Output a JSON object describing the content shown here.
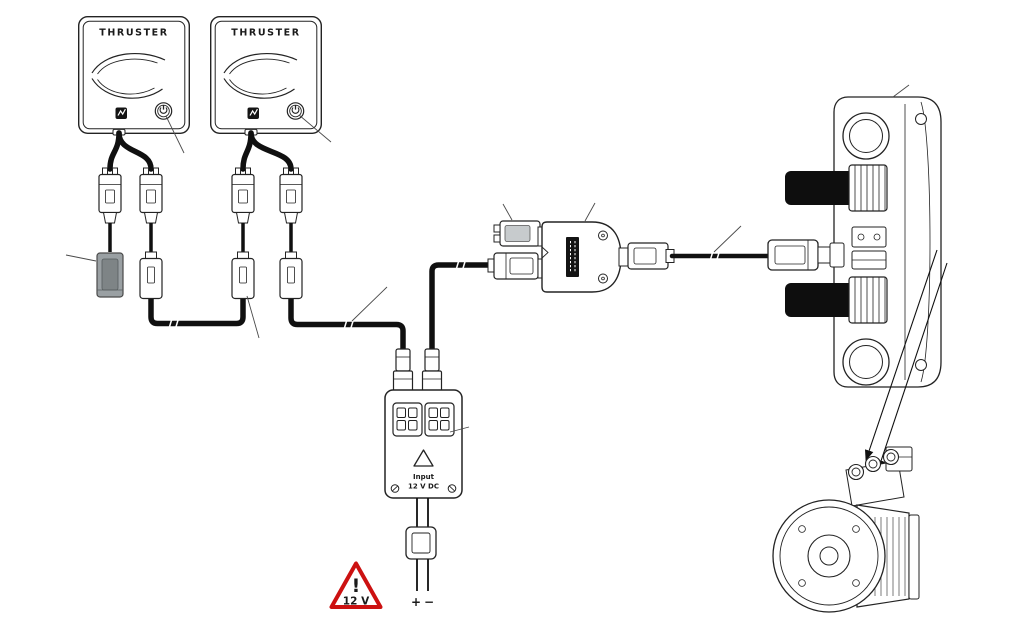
{
  "panels": [
    {
      "title": "THRUSTER"
    },
    {
      "title": "THRUSTER"
    }
  ],
  "control_box": {
    "input_label": "Input",
    "voltage_label": "12 V DC"
  },
  "warning": {
    "mark": "!",
    "label": "12 V"
  },
  "supply": {
    "positive": "+",
    "negative": "−"
  },
  "colors": {
    "line": "#232323",
    "cable": "#101010",
    "warning": "#cc1111",
    "plug_gray": "#9aa0a3"
  }
}
